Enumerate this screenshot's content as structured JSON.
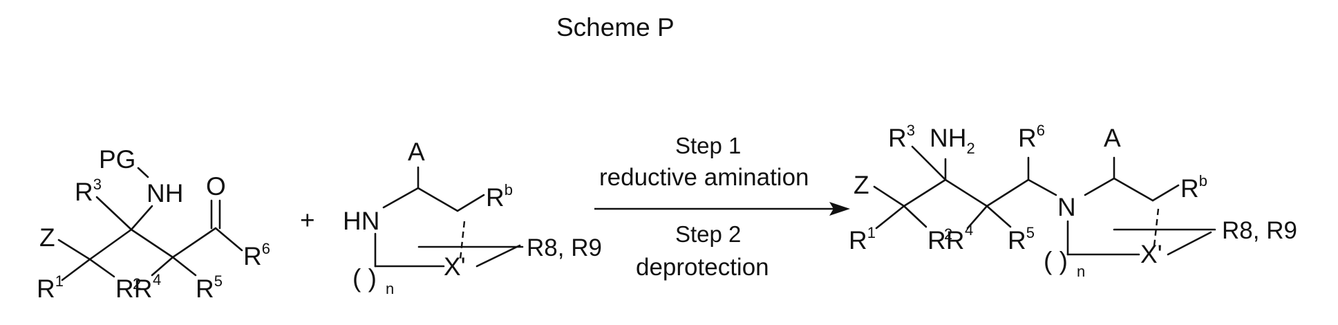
{
  "title": "Scheme P",
  "reactant1": {
    "pg": "PG",
    "nh": "NH",
    "o": "O",
    "z": "Z",
    "r1": "R",
    "r1_sup": "1",
    "r2r4": "RR",
    "r2_sup": "2",
    "r4_sup": "4",
    "r3": "R",
    "r3_sup": "3",
    "r5": "R",
    "r5_sup": "5",
    "r6": "R",
    "r6_sup": "6"
  },
  "plus": "+",
  "reactant2": {
    "a": "A",
    "hn": "HN",
    "x": "X'",
    "rb": "R",
    "rb_sup": "b",
    "r8r9": "R8, R9",
    "paren": "( )",
    "n": "n"
  },
  "arrow": {
    "step1": "Step 1",
    "step1_desc": "reductive amination",
    "step2": "Step 2",
    "step2_desc": "deprotection"
  },
  "product": {
    "z": "Z",
    "nh2": "NH",
    "nh2_sub": "2",
    "n": "N",
    "a": "A",
    "x": "X'",
    "r1": "R",
    "r1_sup": "1",
    "r2r4": "RR",
    "r2_sup": "2",
    "r4_sup": "4",
    "r3": "R",
    "r3_sup": "3",
    "r5": "R",
    "r5_sup": "5",
    "r6": "R",
    "r6_sup": "6",
    "rb": "R",
    "rb_sup": "b",
    "r8r9": "R8, R9",
    "paren": "( )",
    "n_sub": "n"
  }
}
